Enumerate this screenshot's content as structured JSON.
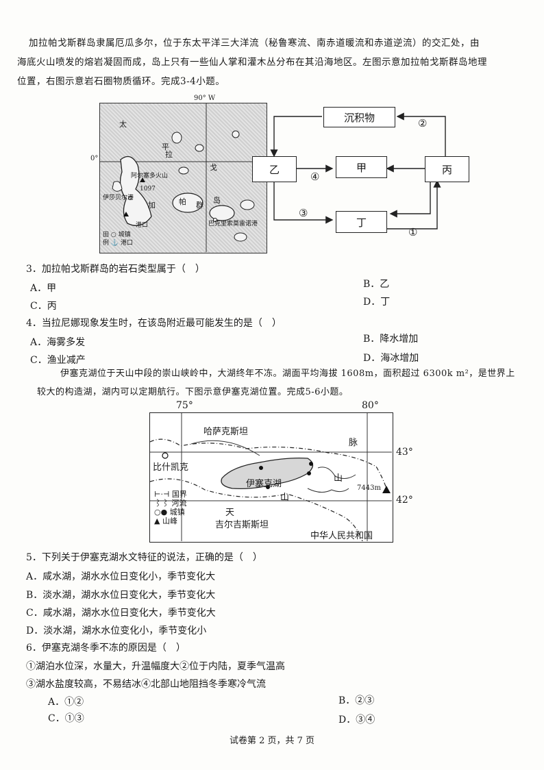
{
  "intro1": {
    "line1": "加拉帕戈斯群岛隶属厄瓜多尔，位于东太平洋三大洋流（秘鲁寒流、南赤道暖流和赤道逆流）的交汇处，由",
    "line2": "海底火山喷发的熔岩凝固而成，岛上只有一些仙人掌和灌木丛分布在其沿海地区。左图示意加拉帕戈斯群岛地理",
    "line3": "位置，右图示意岩石圈物质循环。完成3-4小题。"
  },
  "map1": {
    "lon_label": "90° W",
    "lat_label": "0°",
    "labels": {
      "peak": "阿尔塞多火山",
      "elev": "1097",
      "town1": "伊莎贝尔港",
      "jia": "加",
      "la": "拉",
      "fu": "帕",
      "ge": "戈",
      "qun": "群",
      "dao": "岛",
      "port": "巴克里索莫雷诺港",
      "town2": "港口",
      "ta": "太",
      "ping": "平"
    },
    "legend": {
      "city": "城镇",
      "port": "港口",
      "tian": "田",
      "li": "例"
    }
  },
  "cycle": {
    "top": "沉积物",
    "left": "乙",
    "center": "甲",
    "right": "丙",
    "bottom": "丁",
    "n1": "①",
    "n2": "②",
    "n3": "③",
    "n4": "④"
  },
  "q3": {
    "stem": "3．加拉帕戈斯群岛的岩石类型属于（　）",
    "A": "A．甲",
    "B": "B．乙",
    "C": "C．丙",
    "D": "D．丁"
  },
  "q4": {
    "stem": "4．当拉尼娜现象发生时，在该岛附近最可能发生的是（　）",
    "A": "A．海雾多发",
    "B": "B．降水增加",
    "C": "C．渔业减产",
    "D": "D．海冰增加"
  },
  "intro2": {
    "line1": "伊塞克湖位于天山中段的崇山峡岭中，大湖终年不冻。湖面平均海拔 1608m，面积超过 6300k m²，是世界上",
    "line2": "较大的构造湖，湖内可以定期航行。下图示意伊塞克湖位置。完成5-6小题。"
  },
  "map2": {
    "lon75": "75°",
    "lon80": "80°",
    "lat43": "43°",
    "lat42": "42°",
    "kaz": "哈萨克斯坦",
    "mai": "脉",
    "bish": "比什凯克",
    "lake": "伊塞克湖",
    "shan1": "山",
    "shan2": "山",
    "tian": "天",
    "kyr": "吉尔吉斯斯坦",
    "china": "中华人民共和国",
    "peak": "7443m",
    "legend": {
      "border": "国界",
      "river": "河流",
      "town": "城镇",
      "peak": "山峰"
    }
  },
  "q5": {
    "stem": "5．下列关于伊塞克湖水文特征的说法，正确的是（　）",
    "A": "A．咸水湖，湖水水位日变化小，季节变化大",
    "B": "B．淡水湖，湖水水位日变化大，季节变化大",
    "C": "C．咸水湖，湖水水位日变化大，季节变化大",
    "D": "D．淡水湖，湖水水位变化小，季节变化小"
  },
  "q6": {
    "stem": "6．伊塞克湖冬季不冻的原因是（　）",
    "s1": "①湖泊水位深，水量大，升温幅度大②位于内陆，夏季气温高",
    "s2": "③湖水盐度较高，不易结冰④北部山地阻挡冬季寒冷气流",
    "A": "A．①②",
    "B": "B．②③",
    "C": "C．①③",
    "D": "D．③④"
  },
  "footer": "试卷第 2 页，共 7 页"
}
